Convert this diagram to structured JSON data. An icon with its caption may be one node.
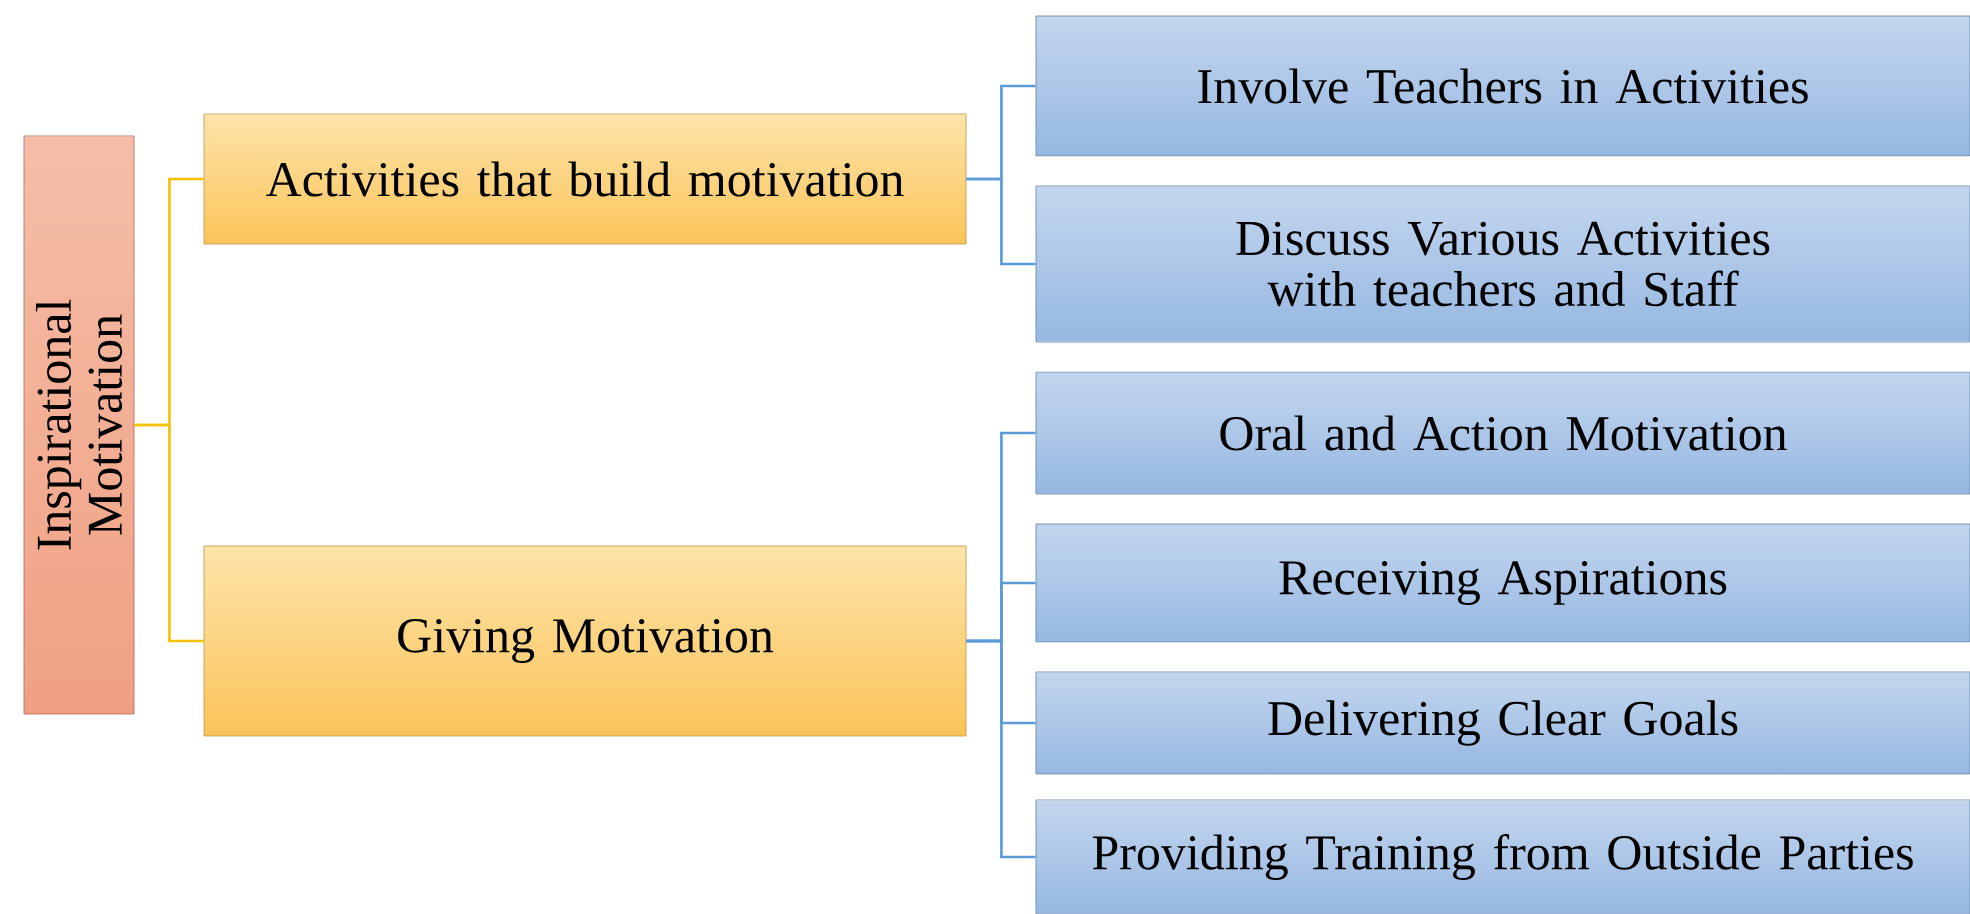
{
  "diagram": {
    "nodes": [
      {
        "text": [
          "Inspirational Motivation"
        ]
      },
      {
        "text": [
          "Activities that build motivation"
        ]
      },
      {
        "text": [
          "Giving Motivation"
        ]
      },
      {
        "text": [
          "Involve Teachers in Activities"
        ]
      },
      {
        "text": [
          "Discuss Various Activities with teachers and Staff"
        ]
      },
      {
        "text": [
          "Oral and Action Motivation"
        ]
      },
      {
        "text": [
          "Receiving Aspirations"
        ]
      },
      {
        "text": [
          "Delivering Clear Goals"
        ]
      },
      {
        "text": [
          "Providing Training from Outside Parties"
        ]
      }
    ],
    "edges": [
      {
        "from": 0,
        "to": 1,
        "arrow": "none",
        "color": "#f5c000"
      },
      {
        "from": 0,
        "to": 2,
        "arrow": "none",
        "color": "#f5c000"
      },
      {
        "from": 1,
        "to": 3,
        "arrow": "none"
      },
      {
        "from": 1,
        "to": 4,
        "arrow": "none"
      },
      {
        "from": 2,
        "to": 5,
        "arrow": "none"
      },
      {
        "from": 2,
        "to": 6,
        "arrow": "none"
      },
      {
        "from": 2,
        "to": 7,
        "arrow": "none"
      },
      {
        "from": 2,
        "to": 8,
        "arrow": "none"
      }
    ]
  }
}
